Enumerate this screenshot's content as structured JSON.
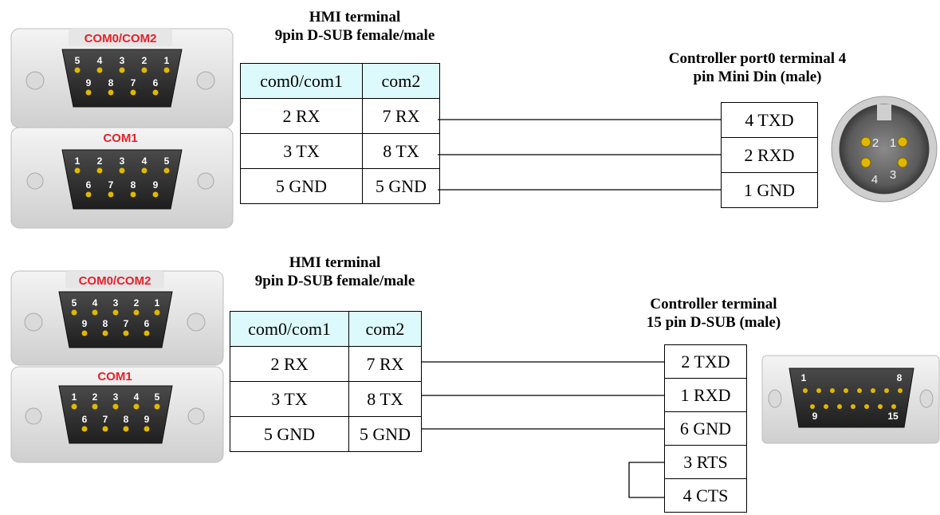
{
  "section1": {
    "hmi_title_line1": "HMI terminal",
    "hmi_title_line2": "9pin D-SUB female/male",
    "header": [
      "com0/com1",
      "com2"
    ],
    "rows": [
      [
        "2 RX",
        "7 RX"
      ],
      [
        "3 TX",
        "8 TX"
      ],
      [
        "5 GND",
        "5 GND"
      ]
    ],
    "controller_title_line1": "Controller port0 terminal 4",
    "controller_title_line2": "pin Mini Din (male)",
    "controller_pins": [
      "4 TXD",
      "2 RXD",
      "1 GND"
    ],
    "connector_top_label": "COM0/COM2",
    "connector_top_pins_row1": [
      "5",
      "4",
      "3",
      "2",
      "1"
    ],
    "connector_top_pins_row2": [
      "9",
      "8",
      "7",
      "6"
    ],
    "connector_bottom_label": "COM1",
    "connector_bottom_pins_row1": [
      "1",
      "2",
      "3",
      "4",
      "5"
    ],
    "connector_bottom_pins_row2": [
      "6",
      "7",
      "8",
      "9"
    ],
    "mini_din_pins": [
      "2",
      "1",
      "4",
      "3"
    ]
  },
  "section2": {
    "hmi_title_line1": "HMI terminal",
    "hmi_title_line2": "9pin D-SUB female/male",
    "header": [
      "com0/com1",
      "com2"
    ],
    "rows": [
      [
        "2 RX",
        "7 RX"
      ],
      [
        "3 TX",
        "8 TX"
      ],
      [
        "5 GND",
        "5 GND"
      ]
    ],
    "controller_title_line1": "Controller  terminal",
    "controller_title_line2": "15 pin D-SUB (male)",
    "controller_pins": [
      "2 TXD",
      "1 RXD",
      "6 GND",
      "3 RTS",
      "4 CTS"
    ],
    "connector_top_label": "COM0/COM2",
    "connector_top_pins_row1": [
      "5",
      "4",
      "3",
      "2",
      "1"
    ],
    "connector_top_pins_row2": [
      "9",
      "8",
      "7",
      "6"
    ],
    "connector_bottom_label": "COM1",
    "connector_bottom_pins_row1": [
      "1",
      "2",
      "3",
      "4",
      "5"
    ],
    "connector_bottom_pins_row2": [
      "6",
      "7",
      "8",
      "9"
    ],
    "dsub15_labels": [
      "1",
      "8",
      "9",
      "15"
    ]
  },
  "colors": {
    "header_fill": "#dcfafb",
    "connector_label": "#e8202a",
    "pin_gold": "#e0b800",
    "connector_body": "#e6e6e6",
    "connector_face": "#2f2f2f"
  }
}
